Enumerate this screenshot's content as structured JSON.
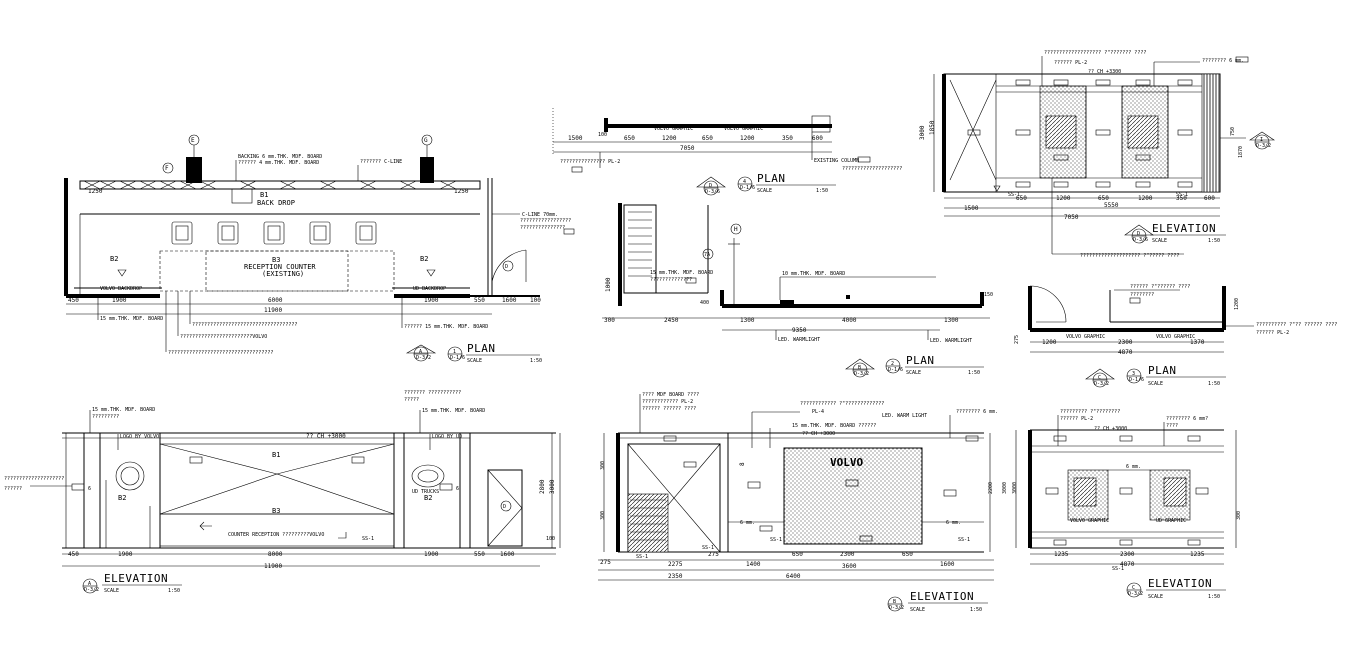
{
  "sheet": {
    "plan_a": {
      "title": "PLAN",
      "scale_label": "SCALE",
      "scale": "1:50",
      "tag_top": "A",
      "tag_bottom": "D-3/2",
      "num_top": "1",
      "num_bottom": "D-1/6",
      "labels": {
        "backing": "BACKING 6 mm.THK. MDF. BOARD",
        "mdf4": "?????? 4 mm.THK. MDF. BOARD",
        "cline": "??????? C-LINE",
        "b1": "B1",
        "backdrop": "BACK DROP",
        "b2_left": "B2",
        "b2_right": "B2",
        "b3": "B3",
        "reception": "RECEPTION COUNTER",
        "existing": "(EXISTING)",
        "volvo_backdrop": "VOLVO BACKDROP",
        "ud_backdrop": "UD BACKDROP",
        "mdf15": "15 mm.THK. MDF. BOARD",
        "mdf15b": "?????? 15 mm.THK. MDF. BOARD",
        "cline70": "C-LINE 70mm.",
        "tag_f": "F",
        "tag_e": "E",
        "tag_g": "G",
        "tag_d": "D"
      },
      "dims": {
        "d1250a": "1250",
        "d1250b": "1250",
        "d450": "450",
        "d1900a": "1900",
        "d6000": "6000",
        "d1900b": "1900",
        "d550": "550",
        "d1600": "1600",
        "d100": "100",
        "d11900": "11900"
      }
    },
    "plan_d": {
      "title": "PLAN",
      "scale_label": "SCALE",
      "scale": "1:50",
      "tag_top": "D",
      "tag_bottom": "D-3/6",
      "num_top": "4",
      "num_bottom": "D-1/6",
      "labels": {
        "volvo_graphic": "VOLVO GRAPHIC",
        "volvo_graphic2": "VOLVO GRAPHIC",
        "existing_column": "EXISTING COLUMN",
        "pl2": "PL-2"
      },
      "dims": {
        "d1500": "1500",
        "d650": "650",
        "d1200a": "1200",
        "d650b": "650",
        "d1200b": "1200",
        "d350": "350",
        "d600": "600",
        "d7050": "7050",
        "d100": "100"
      }
    },
    "plan_b": {
      "title": "PLAN",
      "scale_label": "SCALE",
      "scale": "1:50",
      "tag_top": "B",
      "tag_bottom": "D-3/2",
      "num_top": "2",
      "num_bottom": "D-1/6",
      "labels": {
        "mdf15": "15 mm.THK. MDF. BOARD",
        "mdf10": "10 mm.THK. MDF. BOARD",
        "led1": "LED. WARMLIGHT",
        "led2": "LED. WARMLIGHT",
        "tag_h": "H",
        "tag_7a": "7A"
      },
      "dims": {
        "d300": "300",
        "d2450": "2450",
        "d1300a": "1300",
        "d4000": "4000",
        "d1300b": "1300",
        "d9350": "9350",
        "d1000": "1000",
        "d400": "400",
        "d150": "150"
      }
    },
    "plan_c": {
      "title": "PLAN",
      "scale_label": "SCALE",
      "scale": "1:50",
      "tag_top": "C",
      "tag_bottom": "D-3/2",
      "num_top": "3",
      "num_bottom": "D-1/6",
      "labels": {
        "volvo_graphic": "VOLVO GRAPHIC",
        "ud_graphic": "VOLVO GRAPHIC",
        "pl2": "?????? PL-2"
      },
      "dims": {
        "d1200": "1200",
        "d2300": "2300",
        "d1370": "1370",
        "d4870": "4870",
        "d275": "275",
        "d1200v": "1200"
      }
    },
    "elev_d": {
      "title": "ELEVATION",
      "scale_label": "SCALE",
      "scale": "1:50",
      "tag_top": "D",
      "tag_bottom": "D-3/6",
      "labels": {
        "pl2": "?????? PL-2",
        "ceiling": "?? CH +3300",
        "ss1a": "SS-1",
        "ss1b": "SS-1",
        "tag_i": "I"
      },
      "dims": {
        "d1500": "1500",
        "d650": "650",
        "d1200a": "1200",
        "d650b": "650",
        "d1200b": "1200",
        "d350": "350",
        "d600": "600",
        "d5550": "5550",
        "d7050": "7050",
        "d3000": "3000",
        "d1850": "1850",
        "d750": "750",
        "d1870": "1870"
      }
    },
    "elev_a": {
      "title": "ELEVATION",
      "scale_label": "SCALE",
      "scale": "1:50",
      "tag_top": "A",
      "tag_bottom": "D-3/2",
      "labels": {
        "mdf15a": "15 mm.THK. MDF. BOARD",
        "mdf15b": "15 mm.THK. MDF. BOARD",
        "logo_volvo": "LOGO BY VOLVO",
        "logo_ud": "LOGO BY UD",
        "b1": "B1",
        "b2a": "B2",
        "b2b": "B2",
        "b3": "B3",
        "counter": "COUNTER RECEPTION ?????????VOLVO",
        "ch": "?? CH +3000",
        "ud_trucks": "UD TRUCKS",
        "tag_d": "D",
        "ss1": "SS-1"
      },
      "dims": {
        "d450": "450",
        "d1900a": "1900",
        "d8000": "8000",
        "d1900b": "1900",
        "d550": "550",
        "d1600": "1600",
        "d11900": "11900",
        "d2800": "2800",
        "d3000": "3000",
        "d100": "100"
      }
    },
    "elev_b": {
      "title": "ELEVATION",
      "scale_label": "SCALE",
      "scale": "1:50",
      "tag_top": "B",
      "tag_bottom": "D-3/2",
      "labels": {
        "mdf": "???? MDF BOARD ????",
        "pl4": "PL-4",
        "led": "LED. WARM LIGHT",
        "mdf15": "15 mm.THK. MDF. BOARD ??????",
        "ch3000": "?? CH +3000",
        "volvo": "VOLVO",
        "ss1a": "SS-1",
        "ss1b": "SS-1",
        "ss1c": "SS-1",
        "ss1d": "SS-1",
        "six_mm": "6 mm."
      },
      "dims": {
        "d275": "275",
        "d2275": "2275",
        "d1400": "1400",
        "d650a": "650",
        "d2300": "2300",
        "d650b": "650",
        "d1600": "1600",
        "d2350": "2350",
        "d3600": "3600",
        "d6400": "6400",
        "d3000": "3000",
        "d2200": "2200"
      }
    },
    "elev_c": {
      "title": "ELEVATION",
      "scale_label": "SCALE",
      "scale": "1:50",
      "tag_top": "C",
      "tag_bottom": "D-3/2",
      "labels": {
        "pl2": "?????? PL-2",
        "mm6": "6 mm.",
        "ch": "?? CH +3000",
        "ss1": "SS-1",
        "volvo_graphic": "VOLVO GRAPHIC",
        "ud_graphic": "UD GRAPHIC"
      },
      "dims": {
        "d1235a": "1235",
        "d2300": "2300",
        "d1235b": "1235",
        "d4870": "4870",
        "d3000": "3000",
        "d300": "300"
      }
    }
  }
}
